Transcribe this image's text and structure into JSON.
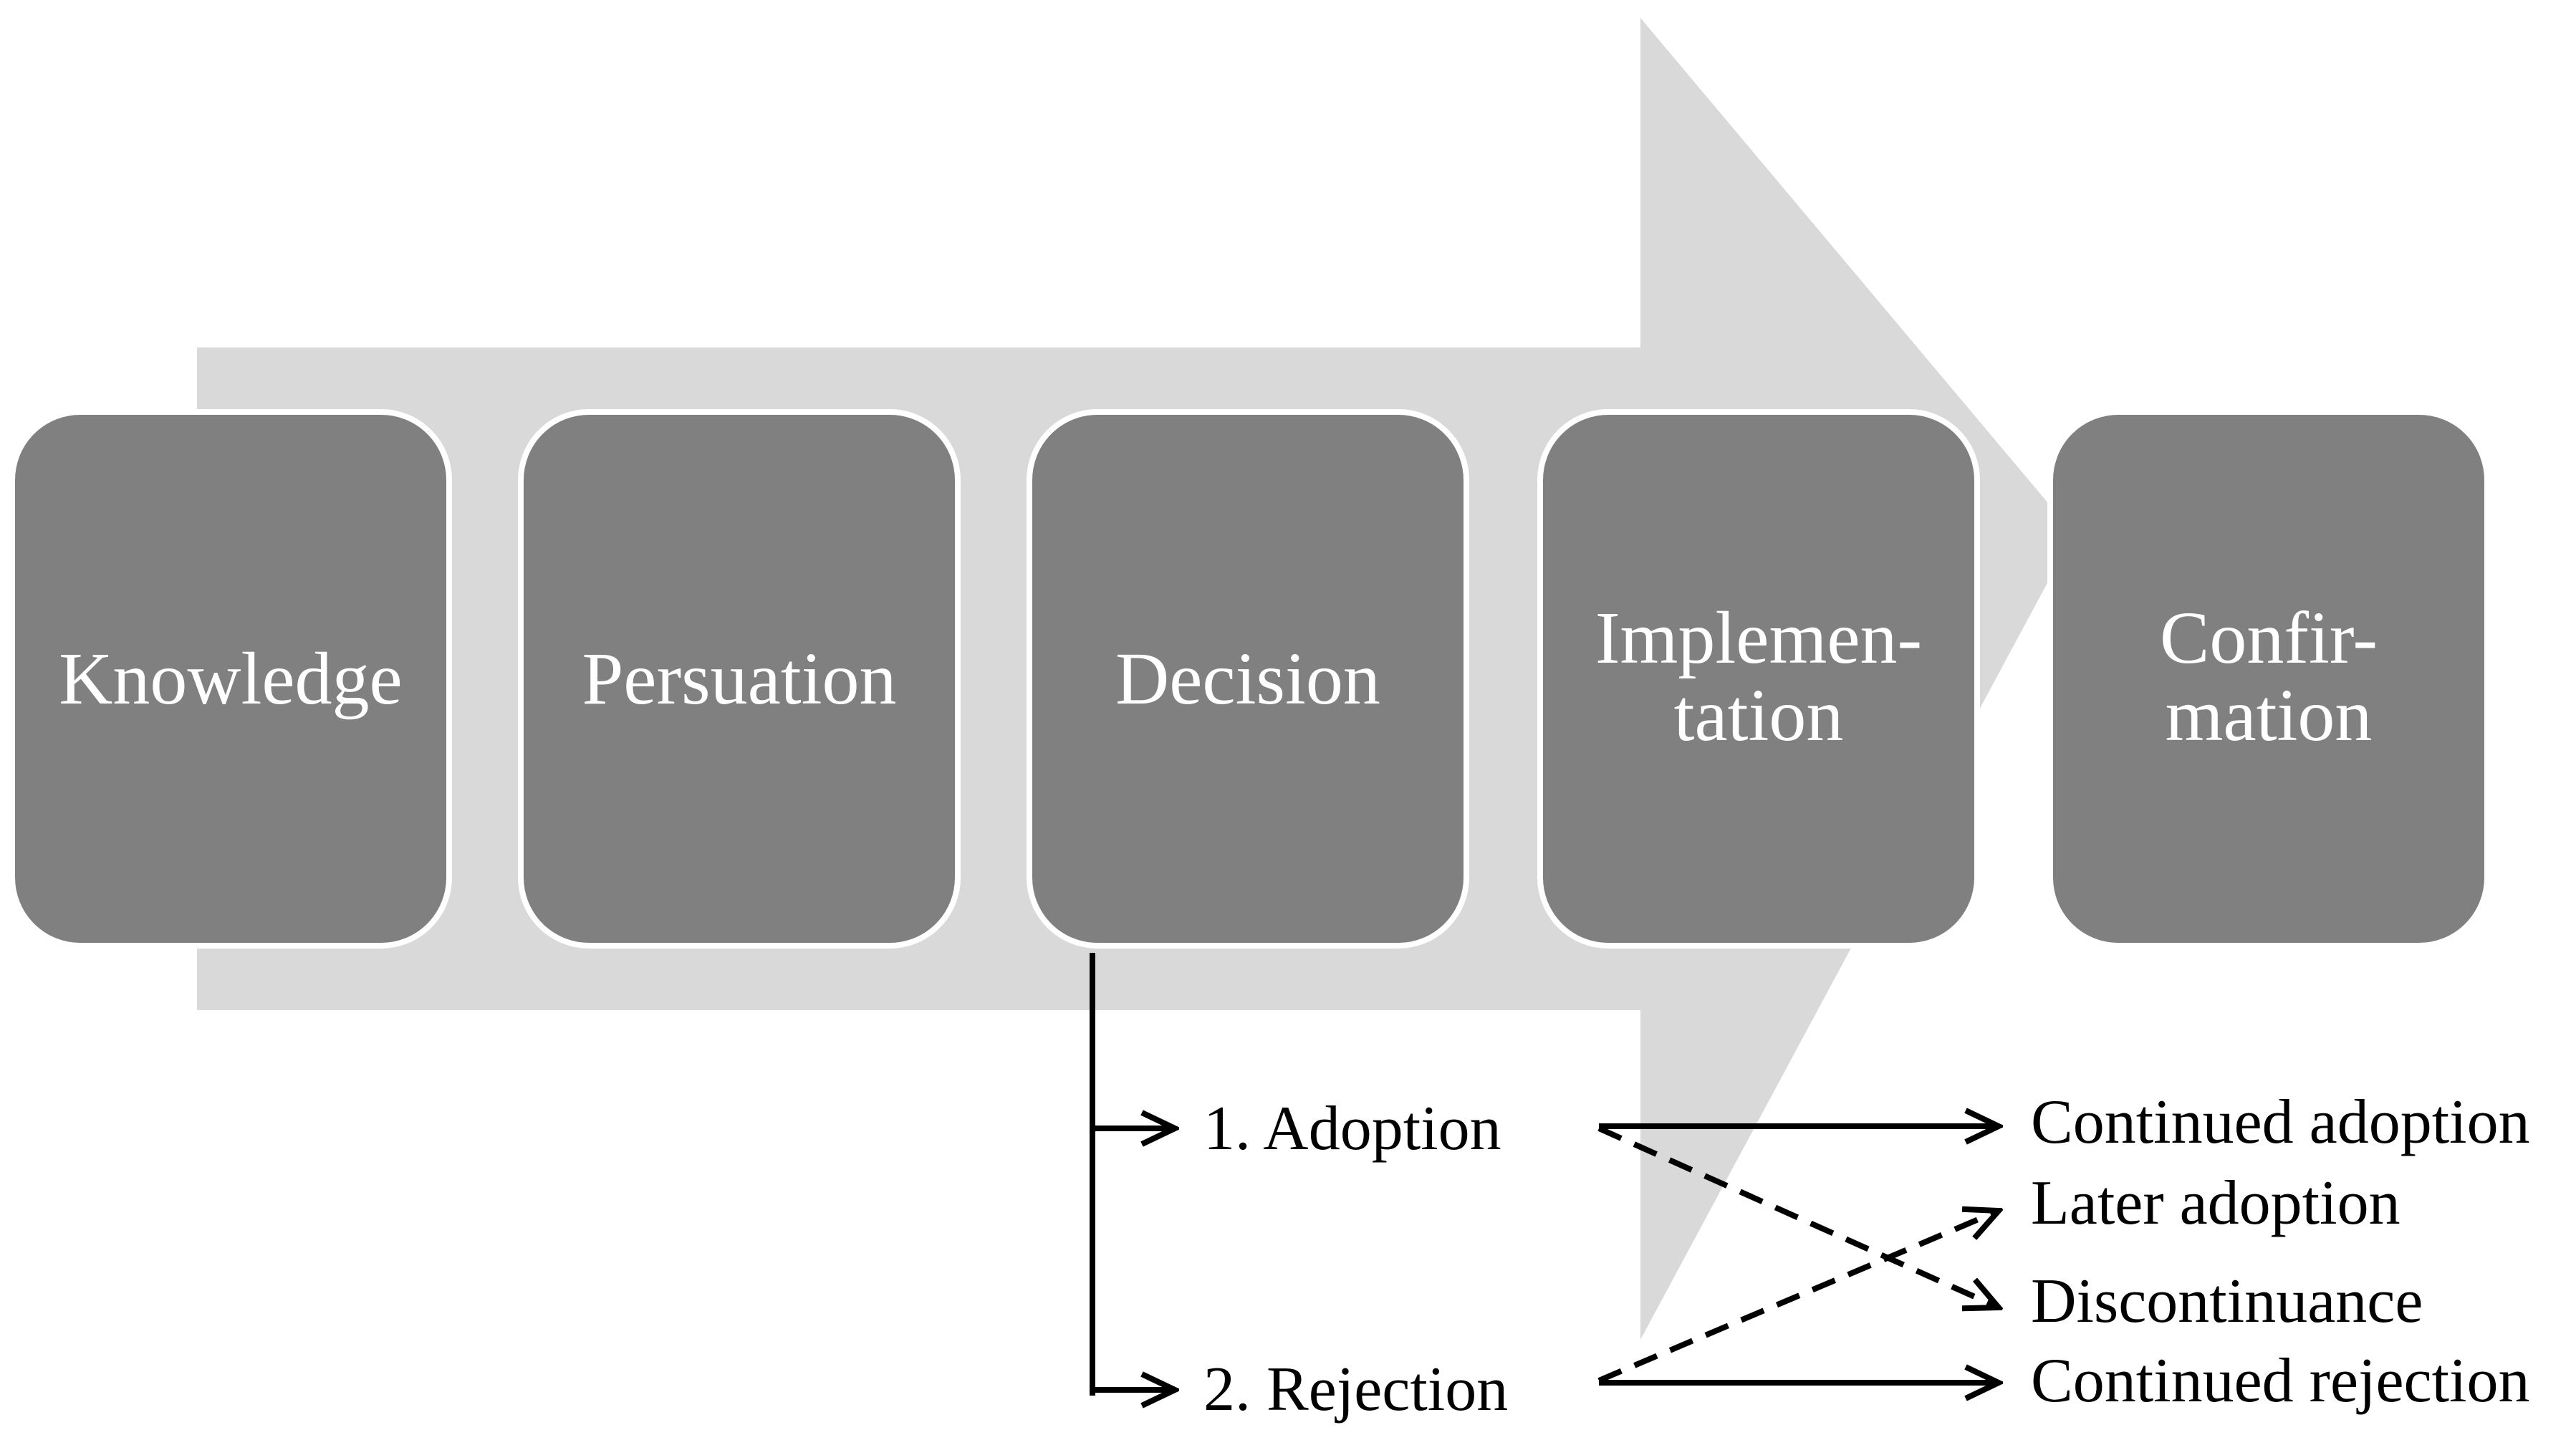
{
  "colors": {
    "background": "#ffffff",
    "arrow_fill": "#d9d9d9",
    "stage_fill": "#808080",
    "stage_border": "#ffffff",
    "stage_text": "#ffffff",
    "line": "#000000"
  },
  "stages": [
    {
      "lines": [
        "Knowledge"
      ]
    },
    {
      "lines": [
        "Persuation"
      ]
    },
    {
      "lines": [
        "Decision"
      ]
    },
    {
      "lines": [
        "Implemen-",
        "tation"
      ]
    },
    {
      "lines": [
        "Confir-",
        "mation"
      ]
    }
  ],
  "decision_outcomes": {
    "adoption": "1. Adoption",
    "rejection": "2. Rejection"
  },
  "confirmation_outcomes": {
    "continued_adoption": "Continued adoption",
    "later_adoption": "Later adoption",
    "discontinuance": "Discontinuance",
    "continued_rejection": "Continued rejection"
  }
}
